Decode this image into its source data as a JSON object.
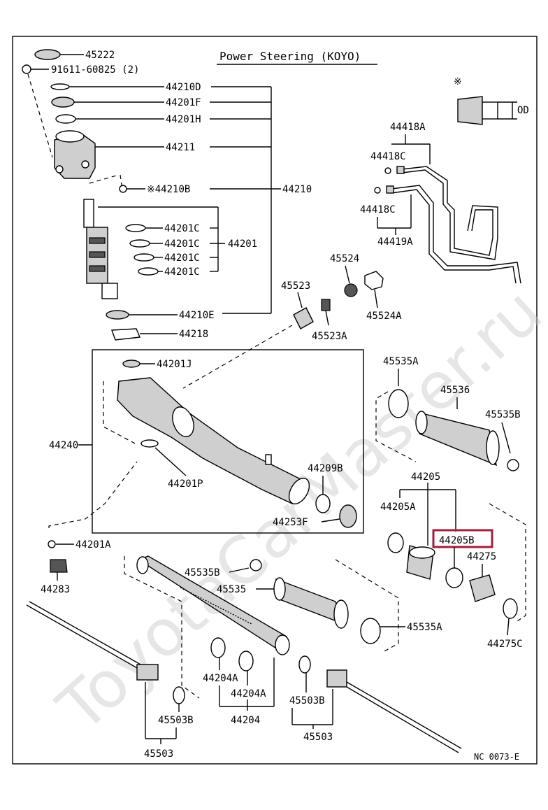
{
  "title": "Power Steering (KOYO)",
  "code": "NC 0073-E",
  "watermark": "ToyotaCarMaster.ru",
  "highlight_color": "#a0203c",
  "od_note": "※",
  "od_label": "OD",
  "labels": {
    "p45222": "45222",
    "p91611": "91611-60825 (2)",
    "p44210D": "44210D",
    "p44201F": "44201F",
    "p44201H": "44201H",
    "p44211": "44211",
    "p44210B": "※44210B",
    "p44210": "44210",
    "p44201C_1": "44201C",
    "p44201C_2": "44201C",
    "p44201C_3": "44201C",
    "p44201C_4": "44201C",
    "p44201": "44201",
    "p44210E": "44210E",
    "p44218": "44218",
    "p44418A": "44418A",
    "p44418C_1": "44418C",
    "p44418C_2": "44418C",
    "p44419A": "44419A",
    "p45523": "45523",
    "p45524": "45524",
    "p45524A": "45524A",
    "p45523A": "45523A",
    "p44201J": "44201J",
    "p44240": "44240",
    "p44201P": "44201P",
    "p44209B": "44209B",
    "p44253F": "44253F",
    "p45535A_top": "45535A",
    "p45536": "45536",
    "p45535B_top": "45535B",
    "p44205": "44205",
    "p44205A": "44205A",
    "p44205B": "44205B",
    "p44275": "44275",
    "p44275C": "44275C",
    "p44201A": "44201A",
    "p44283": "44283",
    "p45535B_mid": "45535B",
    "p45535": "45535",
    "p45535A_bot": "45535A",
    "p44204A_1": "44204A",
    "p44204A_2": "44204A",
    "p44204": "44204",
    "p45503B_1": "45503B",
    "p45503_1": "45503",
    "p45503B_2": "45503B",
    "p45503_2": "45503"
  }
}
